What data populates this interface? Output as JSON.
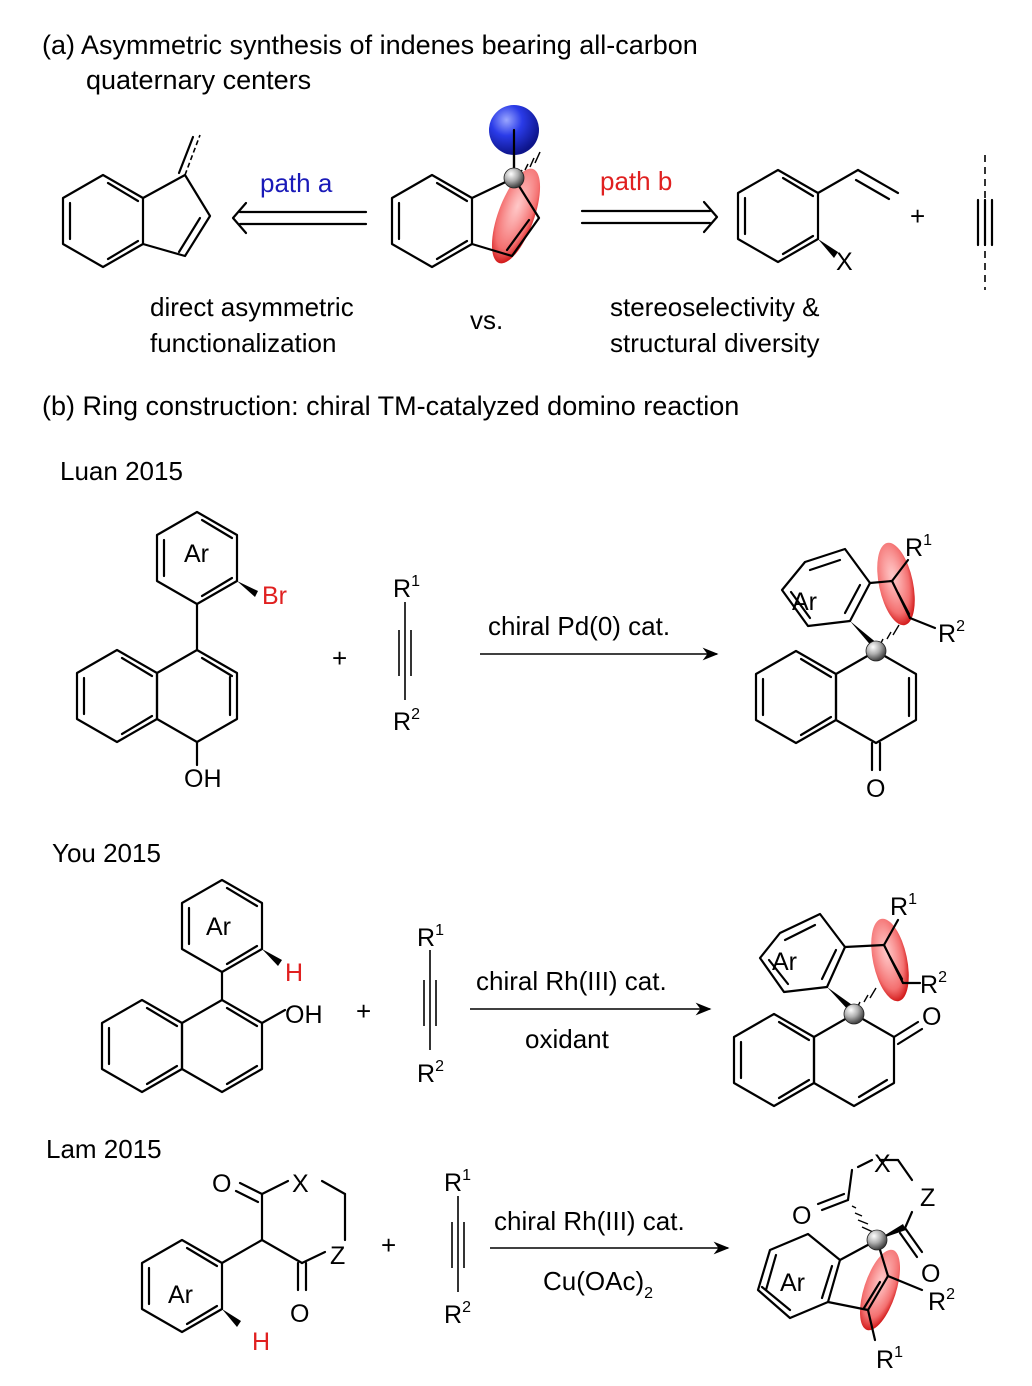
{
  "section_a": {
    "title_line1": "(a) Asymmetric synthesis of indenes bearing all-carbon",
    "title_line2": "quaternary centers",
    "path_a": "path a",
    "path_b": "path b",
    "left_caption_1": "direct asymmetric",
    "left_caption_2": "functionalization",
    "vs": "vs.",
    "right_caption_1": "stereoselectivity &",
    "right_caption_2": "structural diversity",
    "leaving_group": "X",
    "plus": "+",
    "colors": {
      "path_a": "#1a1ab8",
      "path_b": "#e02020",
      "highlight": "#e02020",
      "sphere": "#2233dd"
    }
  },
  "section_b": {
    "title": "(b) Ring construction: chiral TM-catalyzed domino reaction",
    "reactions": [
      {
        "author": "Luan 2015",
        "reagent_atom_red": "Br",
        "reagent_ring": "Ar",
        "reagent_group": "OH",
        "alkyne_top": "R",
        "alkyne_top_sup": "1",
        "alkyne_bottom": "R",
        "alkyne_bottom_sup": "2",
        "condition_top": "chiral Pd(0) cat.",
        "condition_bottom": "",
        "product_ring": "Ar",
        "product_r1": "R",
        "product_r1_sup": "1",
        "product_r2": "R",
        "product_r2_sup": "2",
        "product_o": "O"
      },
      {
        "author": "You 2015",
        "reagent_atom_red": "H",
        "reagent_ring": "Ar",
        "reagent_group": "OH",
        "alkyne_top": "R",
        "alkyne_top_sup": "1",
        "alkyne_bottom": "R",
        "alkyne_bottom_sup": "2",
        "condition_top": "chiral Rh(III) cat.",
        "condition_bottom": "oxidant",
        "product_ring": "Ar",
        "product_r1": "R",
        "product_r1_sup": "1",
        "product_r2": "R",
        "product_r2_sup": "2",
        "product_o": "O"
      },
      {
        "author": "Lam 2015",
        "reagent_atom_red": "H",
        "reagent_ring": "Ar",
        "reagent_o1": "O",
        "reagent_o2": "O",
        "reagent_x": "X",
        "reagent_z": "Z",
        "alkyne_top": "R",
        "alkyne_top_sup": "1",
        "alkyne_bottom": "R",
        "alkyne_bottom_sup": "2",
        "condition_top": "chiral Rh(III) cat.",
        "condition_bottom": "Cu(OAc)",
        "condition_bottom_sub": "2",
        "product_ring": "Ar",
        "product_x": "X",
        "product_z": "Z",
        "product_o1": "O",
        "product_o2": "O",
        "product_r1": "R",
        "product_r1_sup": "1",
        "product_r2": "R",
        "product_r2_sup": "2"
      }
    ],
    "plus": "+"
  }
}
